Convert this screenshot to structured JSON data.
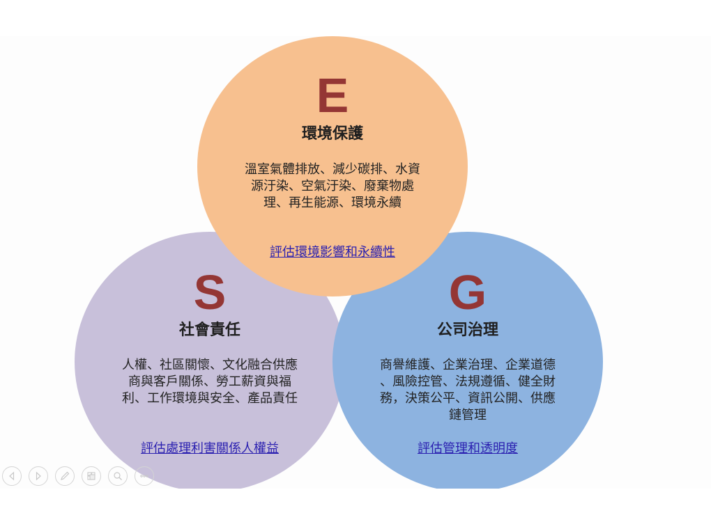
{
  "diagram": {
    "environment": {
      "letter": "E",
      "title": "環境保護",
      "description": "溫室氣體排放、減少碳排、水資源汙染、空氣汙染、廢棄物處理、再生能源、環境永續",
      "link": "評估環境影響和永續性",
      "color": "#f7c08f"
    },
    "social": {
      "letter": "S",
      "title": "社會責任",
      "description": "人權、社區關懷、文化融合供應商與客戶關係、勞工薪資與福利、工作環境與安全、產品責任",
      "link": "評估處理利害關係人權益",
      "color": "#c8c0da"
    },
    "governance": {
      "letter": "G",
      "title": "公司治理",
      "description": "商譽維護、企業治理、企業道德 、風險控管、法規遵循、健全財務，決策公平、資訊公開、供應鏈管理",
      "link": "評估管理和透明度",
      "color": "#8db3e0"
    },
    "letter_color": "#943634",
    "link_color": "#2a1fb0"
  },
  "slideshow_controls": {
    "buttons": [
      {
        "name": "previous-slide",
        "icon": "triangle-left-icon"
      },
      {
        "name": "next-slide",
        "icon": "triangle-right-icon"
      },
      {
        "name": "pen-tool",
        "icon": "pen-icon"
      },
      {
        "name": "see-all-slides",
        "icon": "slides-grid-icon"
      },
      {
        "name": "zoom",
        "icon": "magnifier-icon"
      },
      {
        "name": "more-options",
        "icon": "ellipsis-icon"
      }
    ]
  }
}
